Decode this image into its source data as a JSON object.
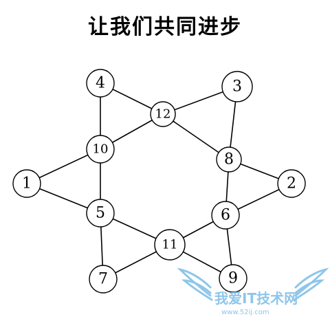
{
  "title": "让我们共同进步",
  "nodes": [
    {
      "id": "1",
      "label": "1"
    },
    {
      "id": "2",
      "label": "2"
    },
    {
      "id": "3",
      "label": "3"
    },
    {
      "id": "4",
      "label": "4"
    },
    {
      "id": "5",
      "label": "5"
    },
    {
      "id": "6",
      "label": "6"
    },
    {
      "id": "7",
      "label": "7"
    },
    {
      "id": "8",
      "label": "8"
    },
    {
      "id": "9",
      "label": "9"
    },
    {
      "id": "10",
      "label": "10"
    },
    {
      "id": "11",
      "label": "11"
    },
    {
      "id": "12",
      "label": "12"
    }
  ],
  "edges": [
    [
      "1",
      "10"
    ],
    [
      "10",
      "12"
    ],
    [
      "12",
      "3"
    ],
    [
      "3",
      "8"
    ],
    [
      "8",
      "2"
    ],
    [
      "2",
      "6"
    ],
    [
      "6",
      "11"
    ],
    [
      "11",
      "7"
    ],
    [
      "7",
      "5"
    ],
    [
      "5",
      "1"
    ],
    [
      "4",
      "10"
    ],
    [
      "10",
      "5"
    ],
    [
      "5",
      "11"
    ],
    [
      "11",
      "9"
    ],
    [
      "9",
      "6"
    ],
    [
      "6",
      "8"
    ],
    [
      "8",
      "12"
    ],
    [
      "12",
      "4"
    ]
  ],
  "watermark": {
    "text": "我爱IT技术网",
    "url": "www.52ij.com",
    "color": "#8ec6ea"
  }
}
